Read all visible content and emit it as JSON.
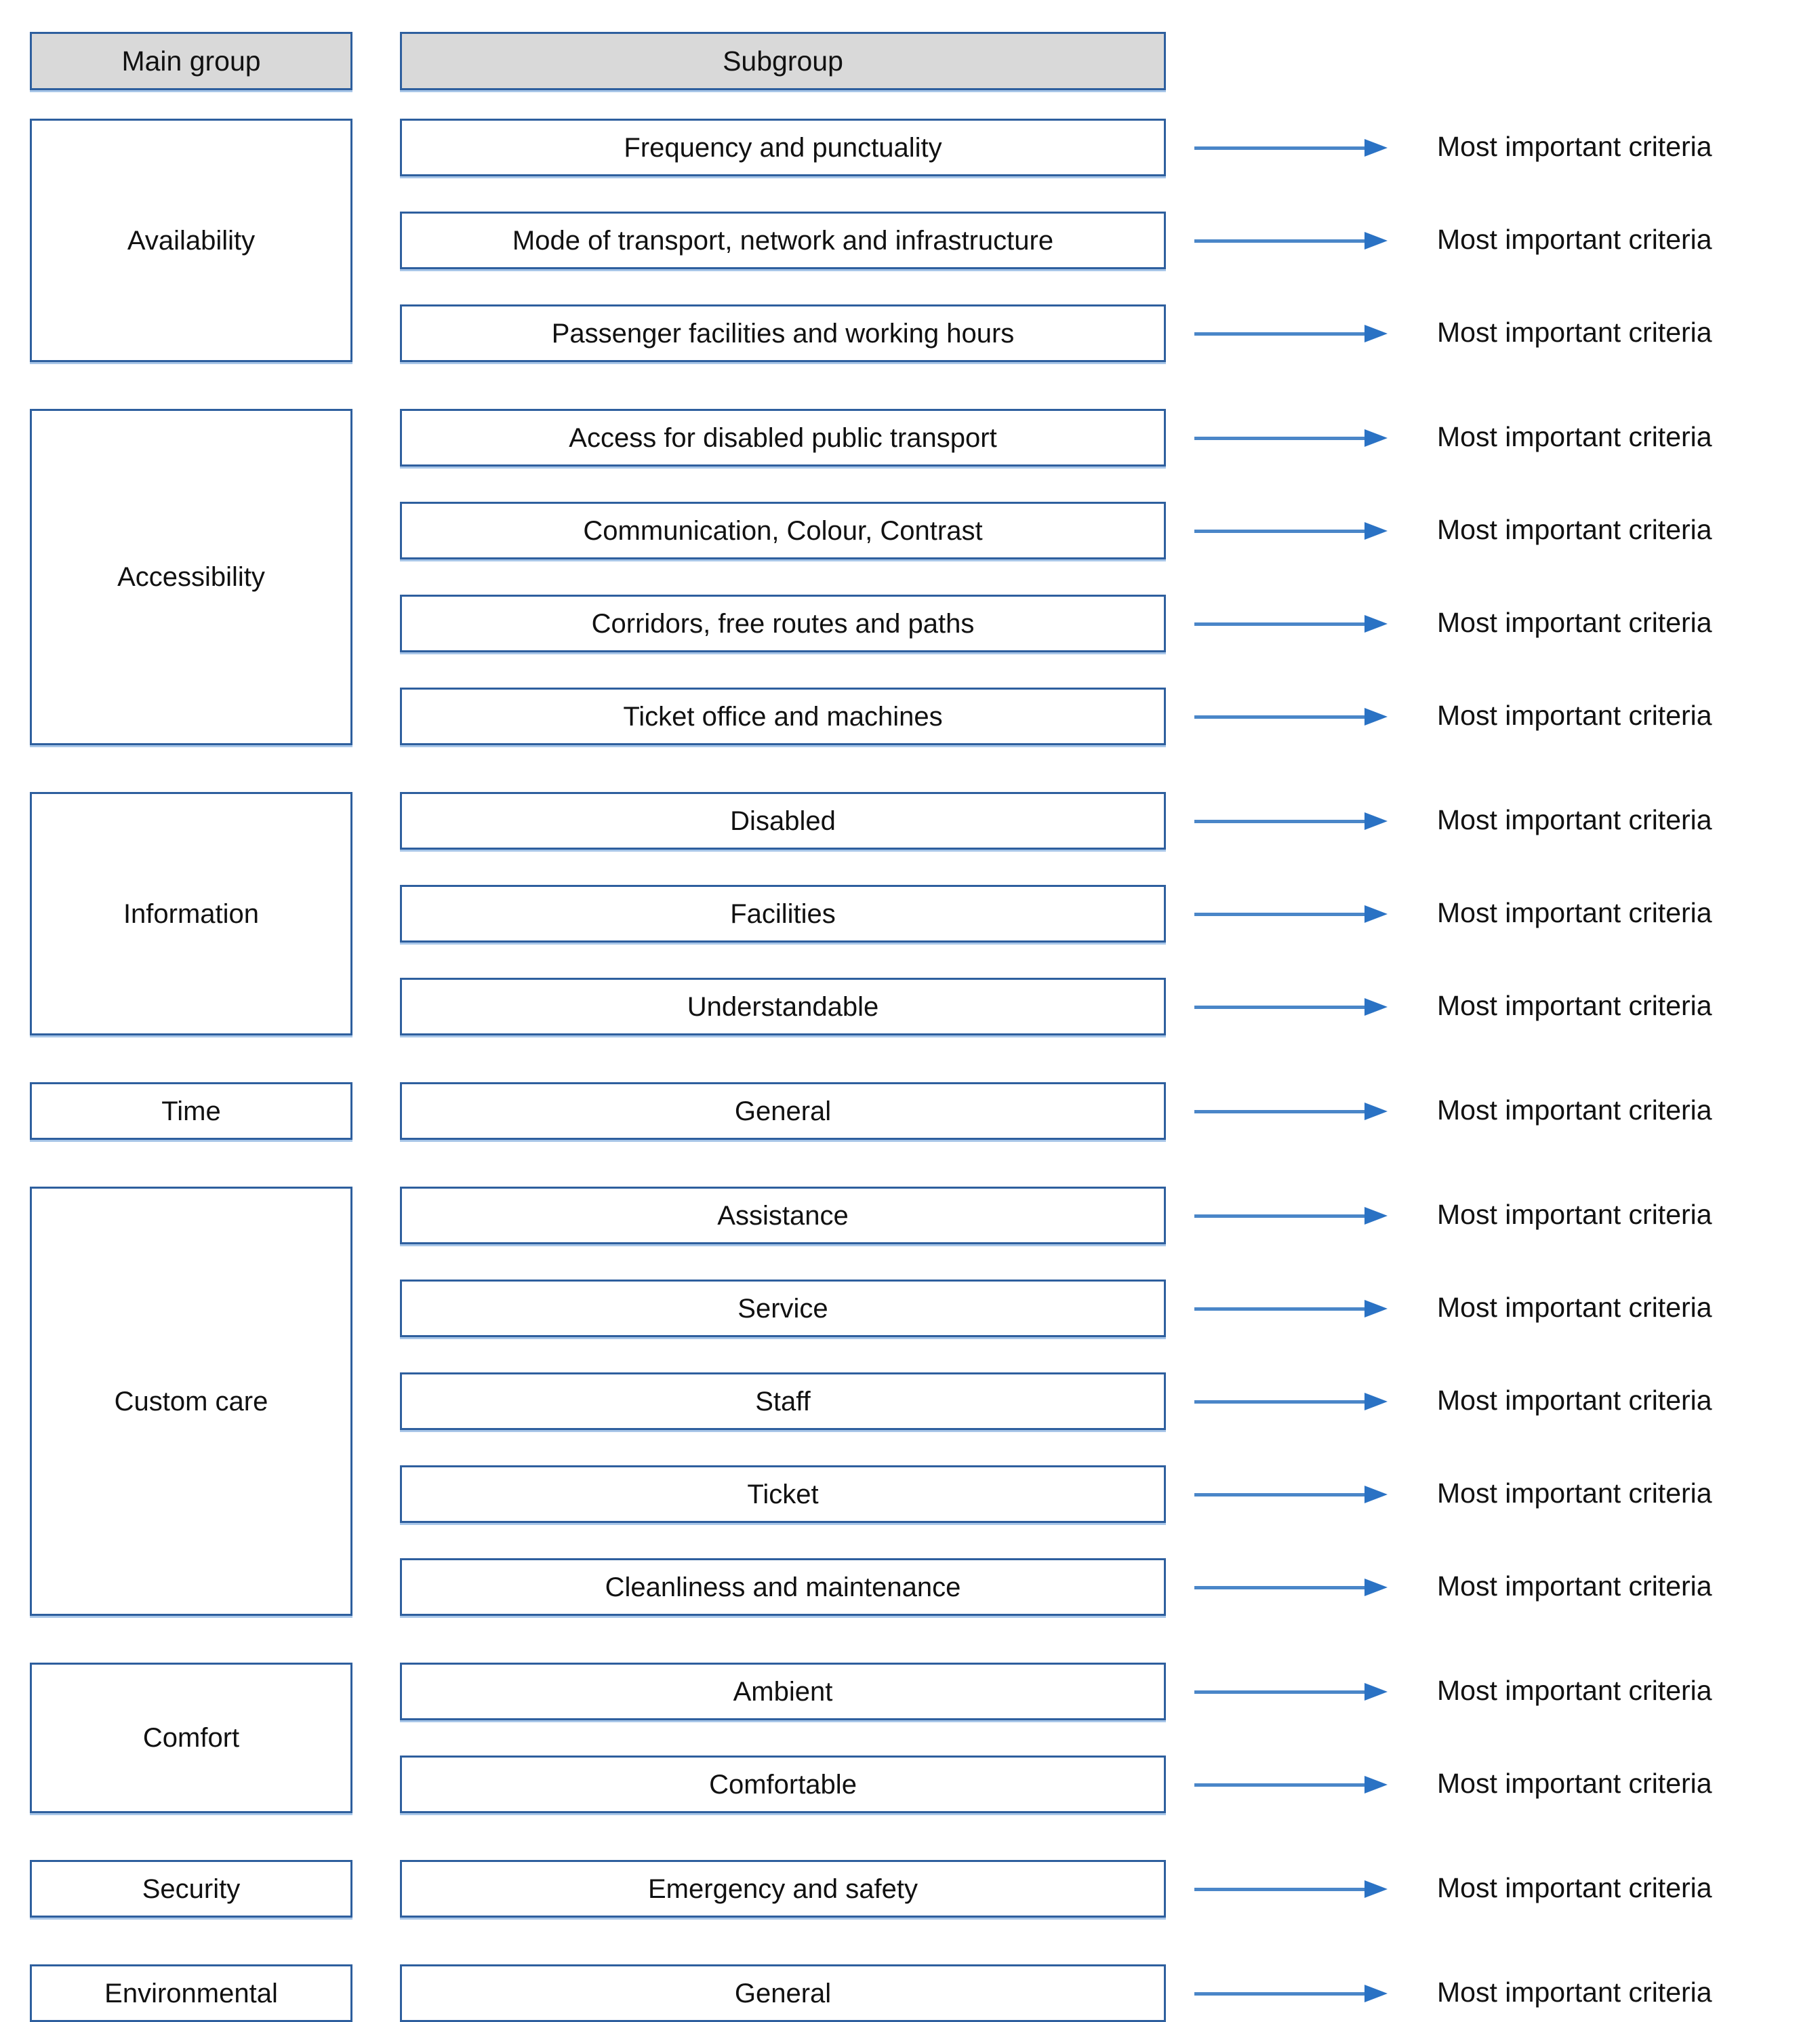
{
  "header": {
    "main_group_label": "Main group",
    "subgroup_label": "Subgroup"
  },
  "colors": {
    "box_border": "#2e5f9e",
    "header_fill": "#d9d9d9",
    "arrow_line": "#4a86c8",
    "arrow_head": "#2a72c4",
    "text": "#111111",
    "background": "#ffffff"
  },
  "note_label": "Most important criteria",
  "groups": [
    {
      "name": "Availability",
      "subgroups": [
        {
          "label": "Frequency and punctuality",
          "note": "Most important criteria"
        },
        {
          "label": "Mode of transport, network and infrastructure",
          "note": "Most important criteria"
        },
        {
          "label": "Passenger facilities and working hours",
          "note": "Most important criteria"
        }
      ]
    },
    {
      "name": "Accessibility",
      "subgroups": [
        {
          "label": "Access for disabled public transport",
          "note": "Most important criteria"
        },
        {
          "label": "Communication, Colour, Contrast",
          "note": "Most important criteria"
        },
        {
          "label": "Corridors, free routes and paths",
          "note": "Most important criteria"
        },
        {
          "label": "Ticket office and machines",
          "note": "Most important criteria"
        }
      ]
    },
    {
      "name": "Information",
      "subgroups": [
        {
          "label": "Disabled",
          "note": "Most important criteria"
        },
        {
          "label": "Facilities",
          "note": "Most important criteria"
        },
        {
          "label": "Understandable",
          "note": "Most important criteria"
        }
      ]
    },
    {
      "name": "Time",
      "subgroups": [
        {
          "label": "General",
          "note": "Most important criteria"
        }
      ]
    },
    {
      "name": "Custom care",
      "subgroups": [
        {
          "label": "Assistance",
          "note": "Most important criteria"
        },
        {
          "label": "Service",
          "note": "Most important criteria"
        },
        {
          "label": "Staff",
          "note": "Most important criteria"
        },
        {
          "label": "Ticket",
          "note": "Most important criteria"
        },
        {
          "label": "Cleanliness and maintenance",
          "note": "Most important criteria"
        }
      ]
    },
    {
      "name": "Comfort",
      "subgroups": [
        {
          "label": "Ambient",
          "note": "Most important criteria"
        },
        {
          "label": "Comfortable",
          "note": "Most important criteria"
        }
      ]
    },
    {
      "name": "Security",
      "subgroups": [
        {
          "label": "Emergency and safety",
          "note": "Most important criteria"
        }
      ]
    },
    {
      "name": "Environmental",
      "subgroups": [
        {
          "label": "General",
          "note": "Most important criteria"
        }
      ]
    }
  ]
}
